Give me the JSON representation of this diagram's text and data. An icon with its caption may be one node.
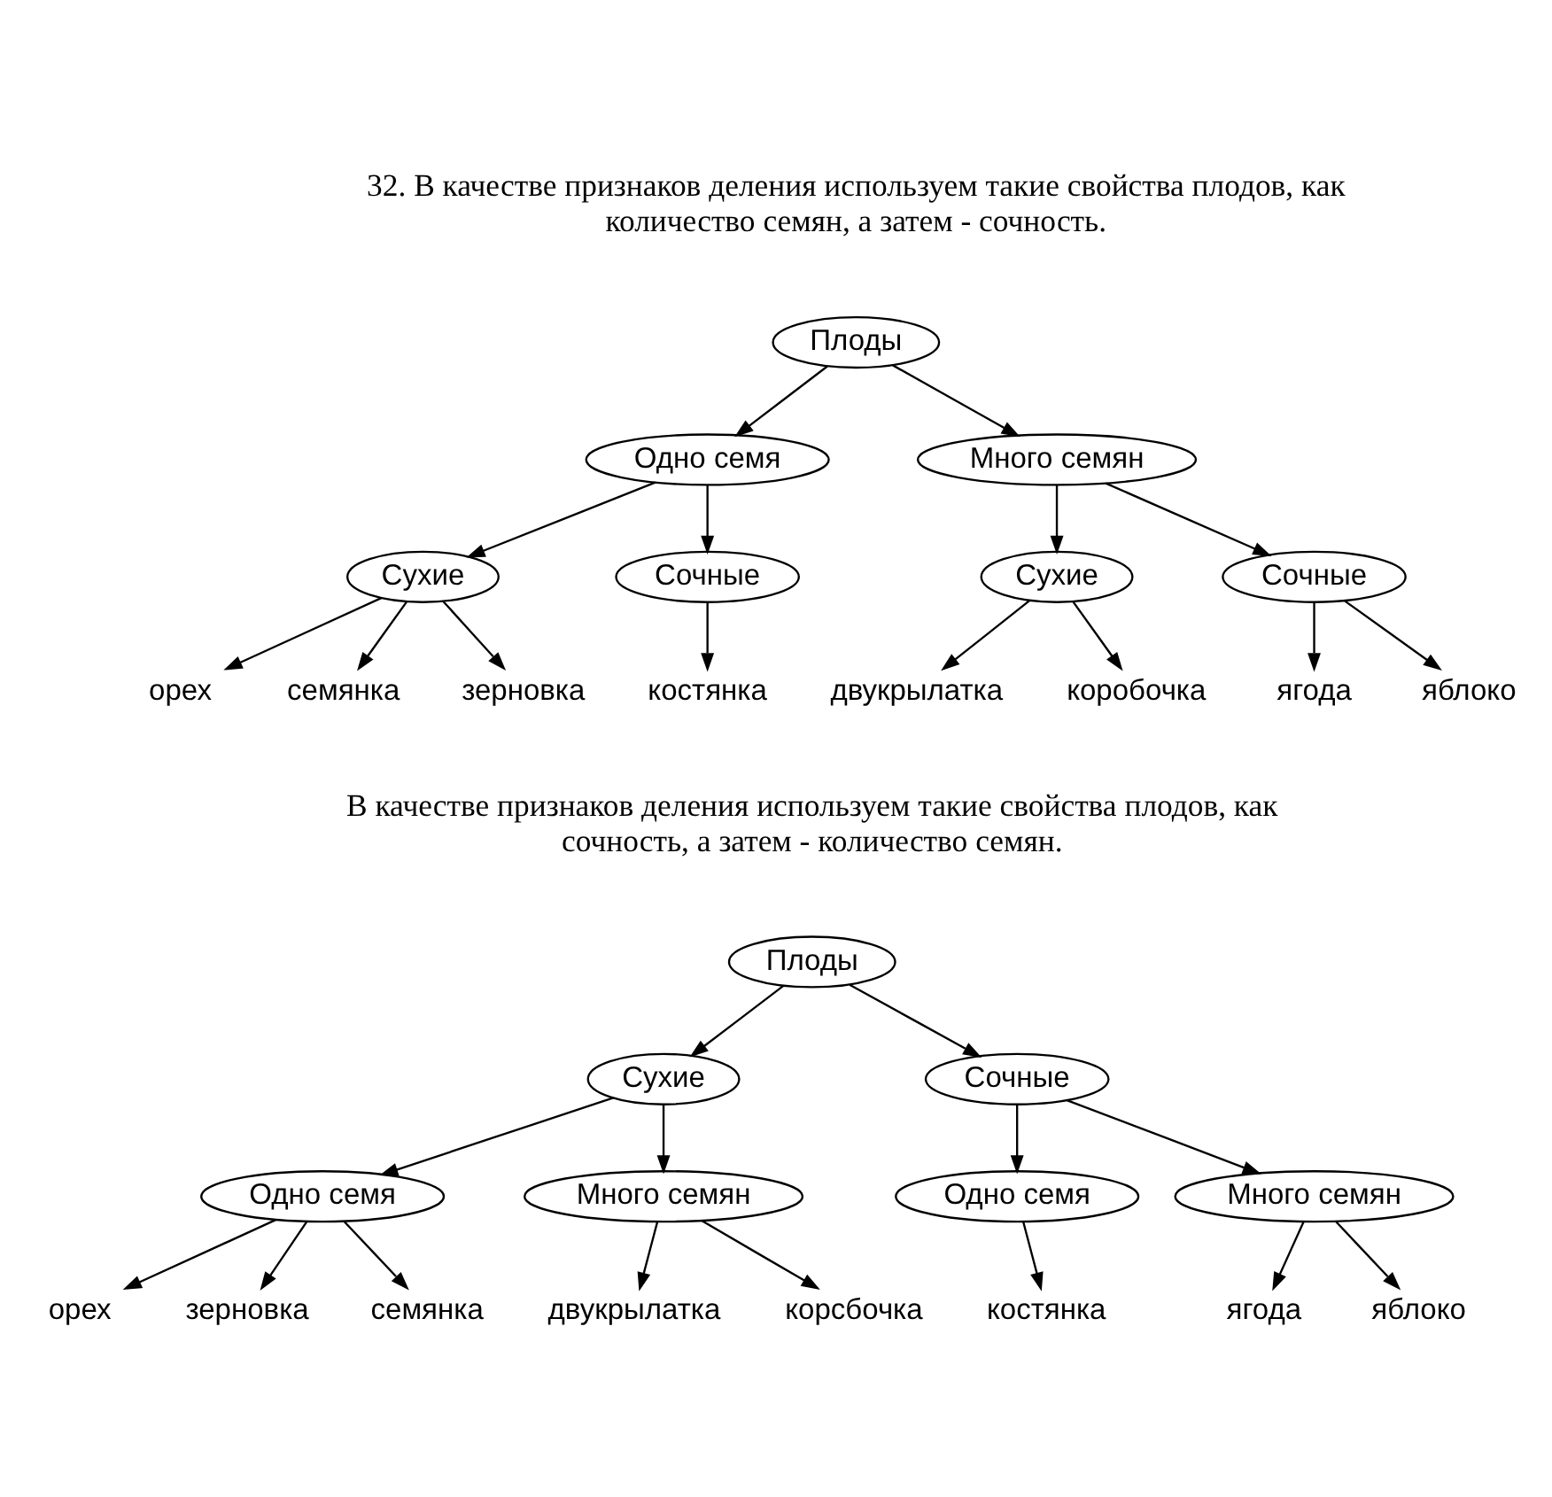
{
  "diagram": {
    "nodes": [
      {
        "text": [
          "Плоды"
        ]
      },
      {
        "text": [
          "Одно семя"
        ]
      },
      {
        "text": [
          "Много семян"
        ]
      },
      {
        "text": [
          "Сухие"
        ]
      },
      {
        "text": [
          "Сочные"
        ]
      },
      {
        "text": [
          "Сухие"
        ]
      },
      {
        "text": [
          "Сочные"
        ]
      },
      {
        "text": [
          "орех"
        ]
      },
      {
        "text": [
          "семянка"
        ]
      },
      {
        "text": [
          "зерновка"
        ]
      },
      {
        "text": [
          "костянка"
        ]
      },
      {
        "text": [
          "двукрылатка"
        ]
      },
      {
        "text": [
          "коробочка"
        ]
      },
      {
        "text": [
          "ягода"
        ]
      },
      {
        "text": [
          "яблоко"
        ]
      },
      {
        "text": [
          "Плоды"
        ]
      },
      {
        "text": [
          "Сухие"
        ]
      },
      {
        "text": [
          "Сочные"
        ]
      },
      {
        "text": [
          "Одно семя"
        ]
      },
      {
        "text": [
          "Много семян"
        ]
      },
      {
        "text": [
          "Одно семя"
        ]
      },
      {
        "text": [
          "Много семян"
        ]
      },
      {
        "text": [
          "орех"
        ]
      },
      {
        "text": [
          "зерновка"
        ]
      },
      {
        "text": [
          "семянка"
        ]
      },
      {
        "text": [
          "двукрылатка"
        ]
      },
      {
        "text": [
          "корсбочка"
        ]
      },
      {
        "text": [
          "костянка"
        ]
      },
      {
        "text": [
          "ягода"
        ]
      },
      {
        "text": [
          "яблоко"
        ]
      }
    ],
    "edges": [
      {
        "from": 0,
        "to": 1,
        "arrow": "to"
      },
      {
        "from": 0,
        "to": 2,
        "arrow": "to"
      },
      {
        "from": 1,
        "to": 3,
        "arrow": "to"
      },
      {
        "from": 1,
        "to": 4,
        "arrow": "to"
      },
      {
        "from": 2,
        "to": 5,
        "arrow": "to"
      },
      {
        "from": 2,
        "to": 6,
        "arrow": "to"
      },
      {
        "from": 3,
        "to": 7,
        "arrow": "to"
      },
      {
        "from": 3,
        "to": 8,
        "arrow": "to"
      },
      {
        "from": 3,
        "to": 9,
        "arrow": "to"
      },
      {
        "from": 4,
        "to": 10,
        "arrow": "to"
      },
      {
        "from": 5,
        "to": 11,
        "arrow": "to"
      },
      {
        "from": 5,
        "to": 12,
        "arrow": "to"
      },
      {
        "from": 6,
        "to": 13,
        "arrow": "to"
      },
      {
        "from": 6,
        "to": 14,
        "arrow": "to"
      },
      {
        "from": 15,
        "to": 16,
        "arrow": "to"
      },
      {
        "from": 15,
        "to": 17,
        "arrow": "to"
      },
      {
        "from": 16,
        "to": 18,
        "arrow": "to"
      },
      {
        "from": 16,
        "to": 19,
        "arrow": "to"
      },
      {
        "from": 17,
        "to": 20,
        "arrow": "to"
      },
      {
        "from": 17,
        "to": 21,
        "arrow": "to"
      },
      {
        "from": 18,
        "to": 22,
        "arrow": "to"
      },
      {
        "from": 18,
        "to": 23,
        "arrow": "to"
      },
      {
        "from": 18,
        "to": 24,
        "arrow": "to"
      },
      {
        "from": 19,
        "to": 25,
        "arrow": "to"
      },
      {
        "from": 19,
        "to": 26,
        "arrow": "to"
      },
      {
        "from": 20,
        "to": 27,
        "arrow": "to"
      },
      {
        "from": 21,
        "to": 28,
        "arrow": "to"
      },
      {
        "from": 21,
        "to": 29,
        "arrow": "to"
      }
    ],
    "labels": [
      "32. В качестве признаков деления используем такие свойства плодов, как количество семян, а затем - сочность.",
      "В качестве признаков деления используем такие свойства плодов, как сочность, а затем - количество семян."
    ]
  }
}
